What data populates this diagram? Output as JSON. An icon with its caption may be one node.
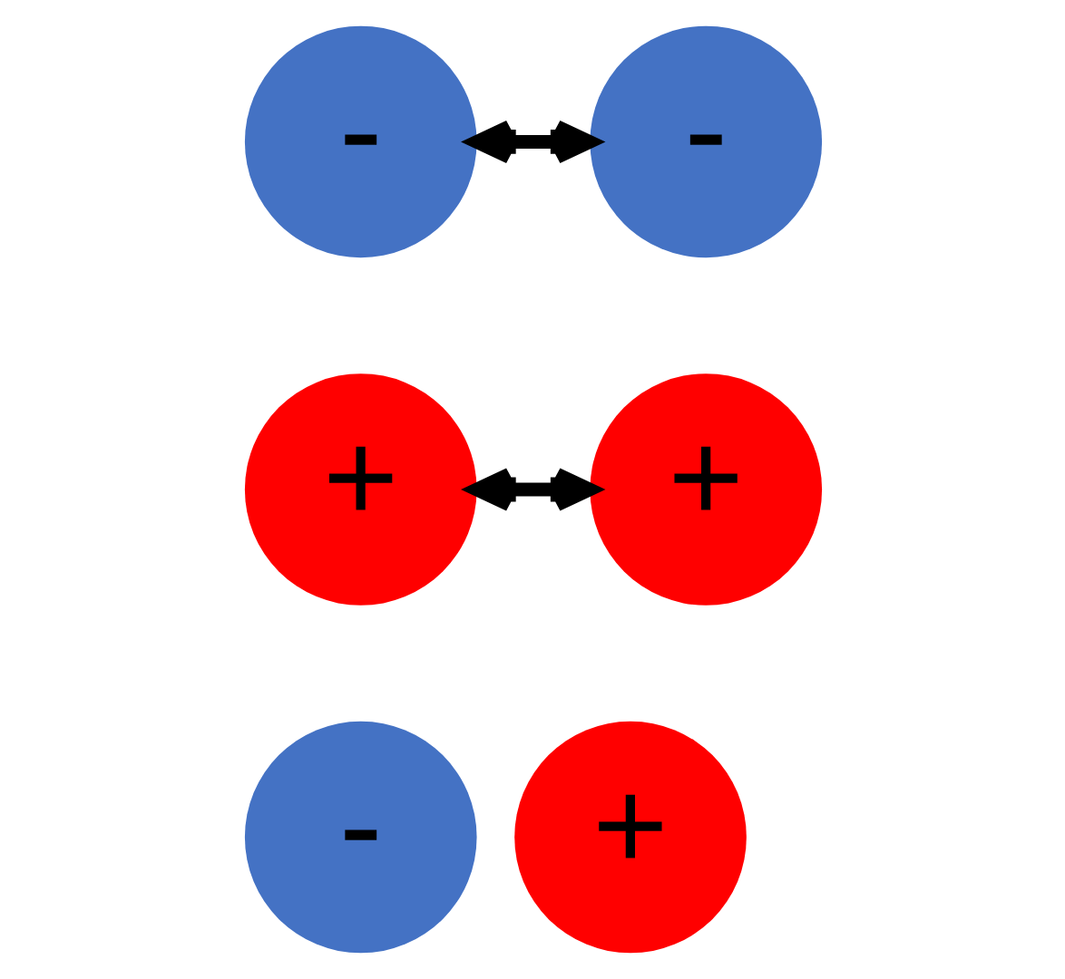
{
  "diagram": {
    "nodes": [
      {
        "text": [
          "-"
        ]
      },
      {
        "text": [
          "-"
        ]
      },
      {
        "text": [
          "+"
        ]
      },
      {
        "text": [
          "+"
        ]
      },
      {
        "text": [
          "-"
        ]
      },
      {
        "text": [
          "+"
        ]
      }
    ],
    "edges": [
      {
        "from": 0,
        "to": 1,
        "arrow": "both"
      },
      {
        "from": 2,
        "to": 3,
        "arrow": "both"
      }
    ]
  }
}
